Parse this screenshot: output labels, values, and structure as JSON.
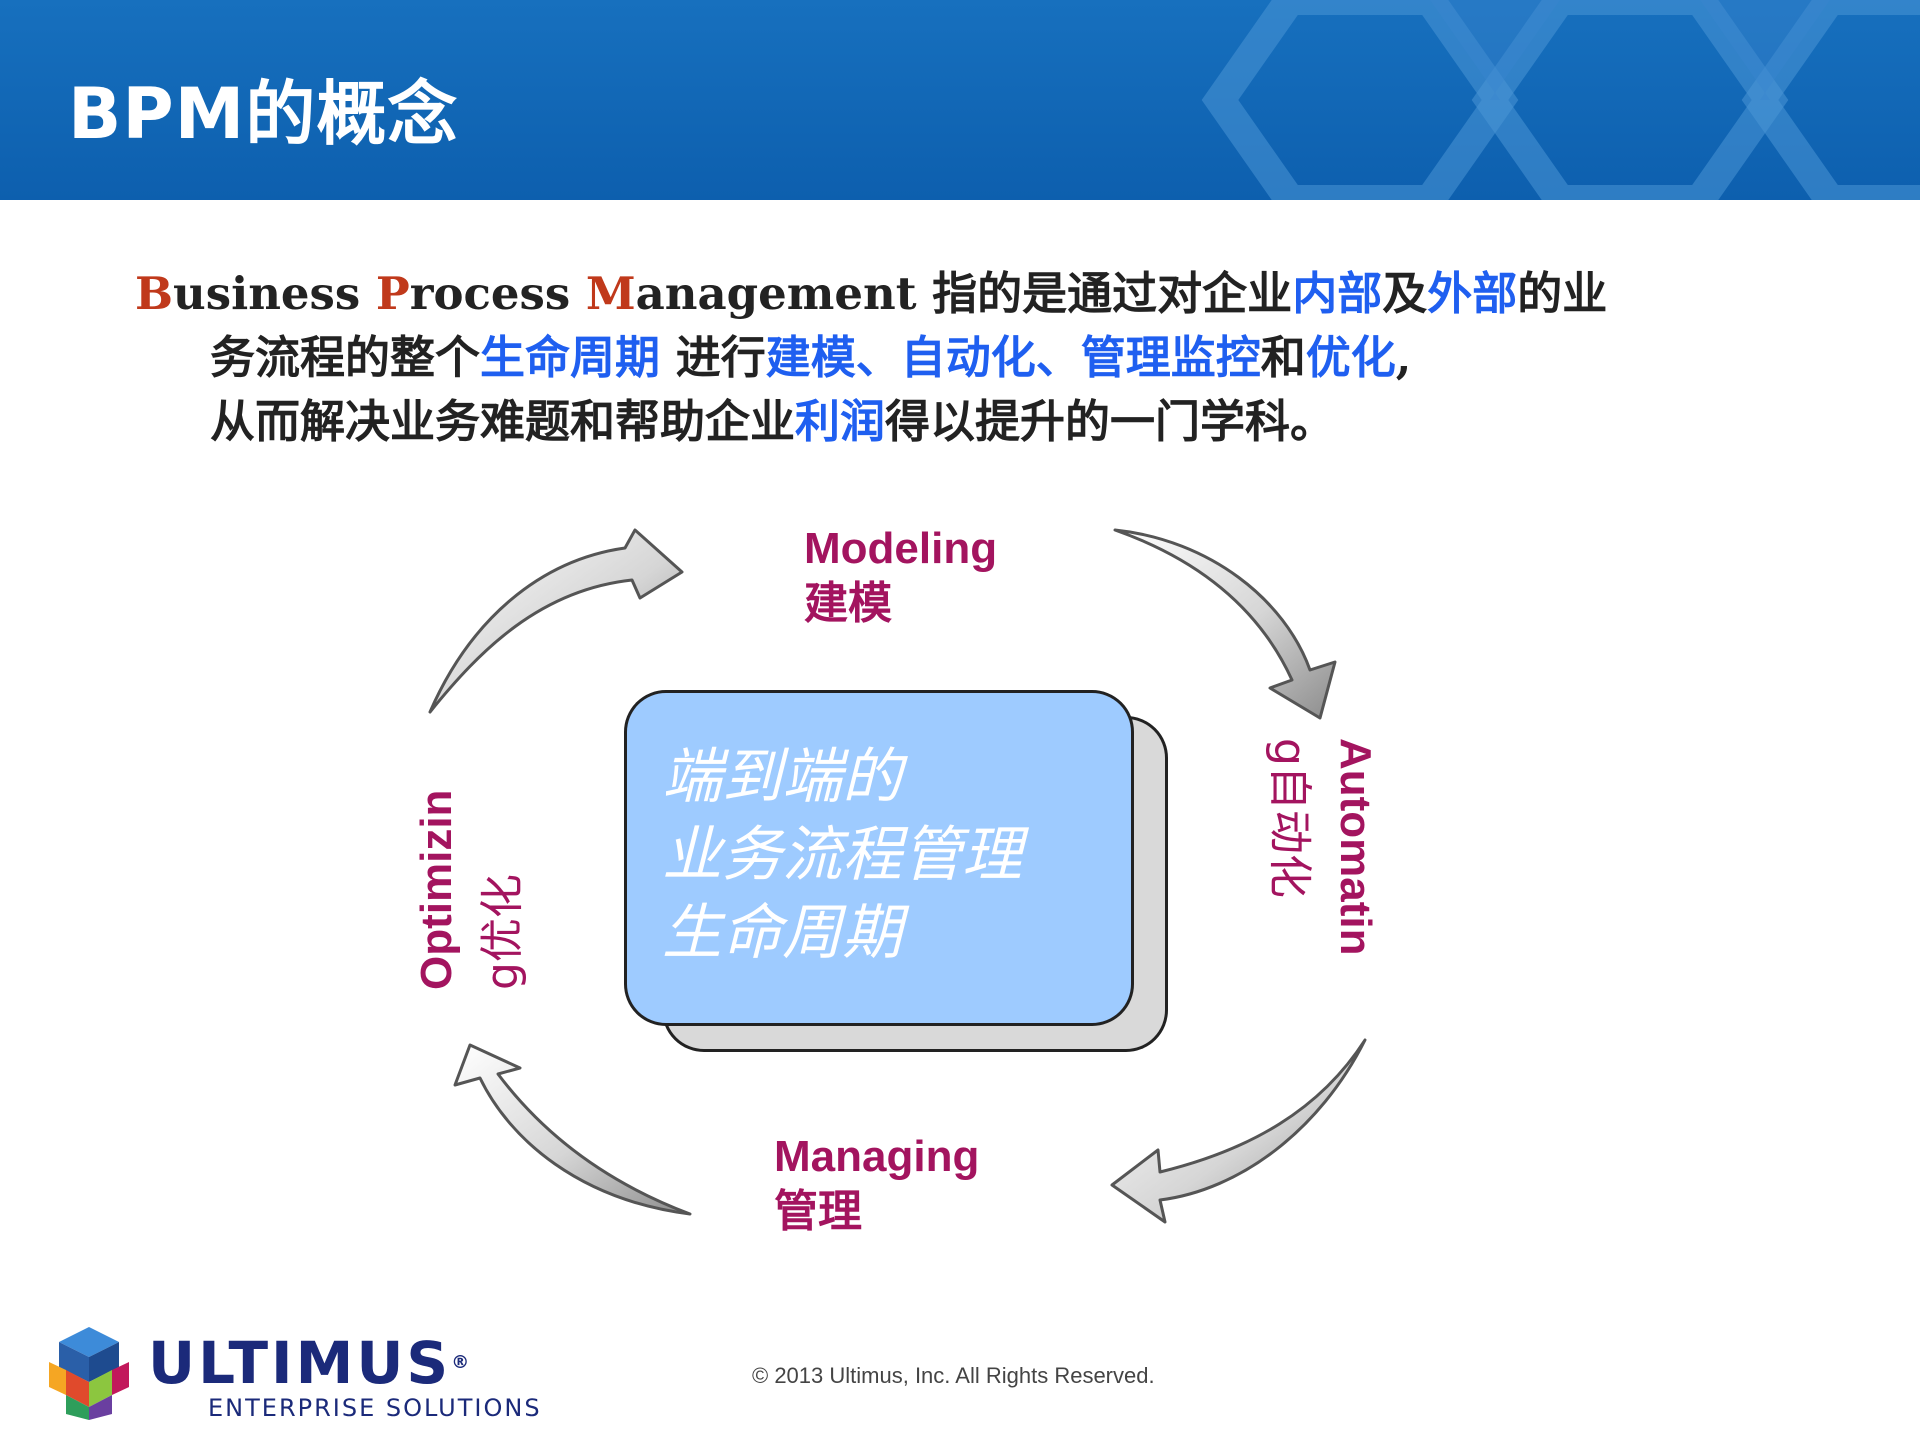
{
  "header": {
    "title": "BPM的概念"
  },
  "intro": {
    "line1": [
      {
        "text": "B",
        "style": "init"
      },
      {
        "text": "usiness ",
        "style": "plain"
      },
      {
        "text": "P",
        "style": "init"
      },
      {
        "text": "rocess ",
        "style": "plain"
      },
      {
        "text": "M",
        "style": "init"
      },
      {
        "text": "anagement 指的是通过对企业",
        "style": "plain"
      },
      {
        "text": "内部",
        "style": "hl"
      },
      {
        "text": "及",
        "style": "plain"
      },
      {
        "text": "外部",
        "style": "hl"
      },
      {
        "text": "的业",
        "style": "plain"
      }
    ],
    "line2": [
      {
        "text": "务流程的整个",
        "style": "plain"
      },
      {
        "text": "生命周期",
        "style": "hl"
      },
      {
        "text": " 进行",
        "style": "plain"
      },
      {
        "text": "建模、自动化、管理监控",
        "style": "hl"
      },
      {
        "text": "和",
        "style": "plain"
      },
      {
        "text": "优化",
        "style": "hl"
      },
      {
        "text": ",",
        "style": "plain"
      }
    ],
    "line3": [
      {
        "text": "从而解决业务难题和帮助企业",
        "style": "plain"
      },
      {
        "text": "利润",
        "style": "hl"
      },
      {
        "text": "得以提升的一门学科。",
        "style": "plain"
      }
    ]
  },
  "diagram": {
    "center_lines": [
      "端到端的",
      "业务流程管理",
      "生命周期"
    ],
    "stages": {
      "modeling": {
        "en": "Modeling",
        "cn": "建模"
      },
      "automating": {
        "en": "Automatin",
        "cn": "g自动化"
      },
      "managing": {
        "en": "Managing",
        "cn": "管理"
      },
      "optimizing": {
        "en": "Optimizin",
        "cn": "g优化"
      }
    }
  },
  "footer": {
    "brand": "ULTIMUS",
    "brand_registered": "®",
    "brand_sub": "ENTERPRISE SOLUTIONS",
    "copyright": "© 2013 Ultimus, Inc. All Rights Reserved."
  },
  "colors": {
    "header_blue": "#1770be",
    "stage_label": "#a3145f",
    "highlight_blue": "#1f5ff0",
    "initial_red": "#c0391b",
    "center_box": "#9ecbff"
  }
}
